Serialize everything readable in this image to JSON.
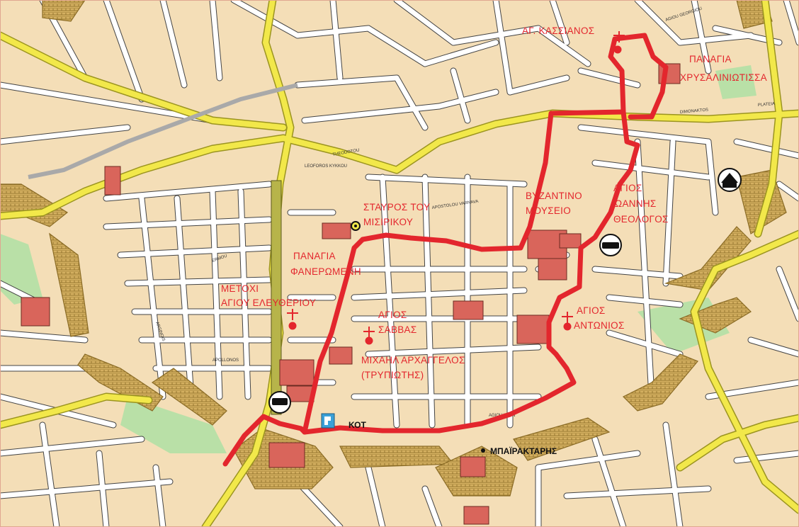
{
  "map": {
    "colors": {
      "block": "#f4deb7",
      "street": "#ffffff",
      "street_edge": "#444444",
      "main_road": "#f2e84a",
      "main_road_edge": "#9b9420",
      "wall": "#c9a54f",
      "wall_dark": "#8a6b25",
      "park": "#b9e0a7",
      "route": "#e3262d",
      "label": "#e3262d",
      "building": "#d9655b"
    },
    "labels": {
      "ag_kassianos": "ΑΓ. ΚΑΣΣΙΑΝΟΣ",
      "panagia_chrysaliniotissa_1": "ΠΑΝΑΓΙΑ",
      "panagia_chrysaliniotissa_2": "ΧΡΥΣΑΛΙΝΙΩΤΙΣΣΑ",
      "stavros_1": "ΣΤΑΥΡΟΣ ΤΟΥ",
      "stavros_2": "ΜΙΣΙΡΙΚΟΥ",
      "byzantine_1": "ΒΥΖΑΝΤΙΝΟ",
      "byzantine_2": "ΜΟΥΣΕΙΟ",
      "ioannis_1": "ΑΓΙΟΣ",
      "ioannis_2": "ΙΩΑΝΝΗΣ",
      "ioannis_3": "ΘΕΟΛΟΓΟΣ",
      "faneromeni_1": "ΠΑΝΑΓΙΑ",
      "faneromeni_2": "ΦΑΝΕΡΩΜΕΝΗ",
      "metochi_1": "ΜΕΤΟΧΙ",
      "metochi_2": "ΑΓΙΟΥ ΕΛΕΥΘΕΡΙΟΥ",
      "savvas_1": "ΑΓΙΟΣ",
      "savvas_2": "ΣΑΒΒΑΣ",
      "antonios_1": "ΑΓΙΟΣ",
      "antonios_2": "ΑΝΤΩΝΙΟΣ",
      "michail_1": "ΜΙΧΑΗΛ ΑΡΧΑΓΓΕΛΟΣ",
      "michail_2": "(ΤΡΥΠΙΩΤΗΣ)",
      "kot": "ΚΟΤ",
      "bayraktar": "ΜΠΑΪΡΑΚΤΑΡΗΣ"
    },
    "street_names": {
      "leoforos": "LEOFOROS KYKKOU",
      "dimonaktos": "DIMONAKTOS",
      "platia": "PLATEIA",
      "apostolou": "APOSTOLOU VARNAVA",
      "agios_georgios": "AGIOU GEORGIOU",
      "theodotou": "THEODOTOU",
      "agiou_leon": "AGIOU LEON",
      "arsinois": "ARSINOIS",
      "apollonos": "APOLLONOS",
      "ermou": "ERMOU"
    },
    "icons": [
      "church-marker",
      "museum-icon",
      "bus-station-icon",
      "parking-icon"
    ]
  }
}
